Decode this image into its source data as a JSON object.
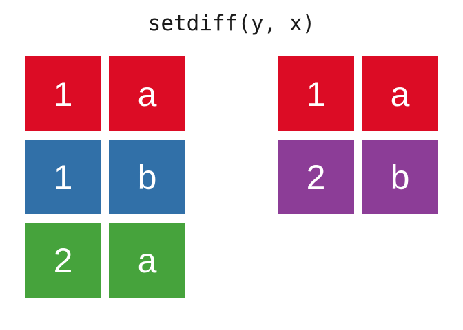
{
  "title": "setdiff(y, x)",
  "colors": {
    "background": "#ffffff",
    "title_text": "#1a1a1a",
    "cell_text": "#ffffff",
    "red": "#dc0c25",
    "blue": "#3170a8",
    "green": "#46a33c",
    "purple": "#8c3d97"
  },
  "left_table": {
    "rows": [
      {
        "color": "red",
        "cells": [
          "1",
          "a"
        ]
      },
      {
        "color": "blue",
        "cells": [
          "1",
          "b"
        ]
      },
      {
        "color": "green",
        "cells": [
          "2",
          "a"
        ]
      }
    ]
  },
  "right_table": {
    "rows": [
      {
        "color": "red",
        "cells": [
          "1",
          "a"
        ]
      },
      {
        "color": "purple",
        "cells": [
          "2",
          "b"
        ]
      }
    ]
  }
}
